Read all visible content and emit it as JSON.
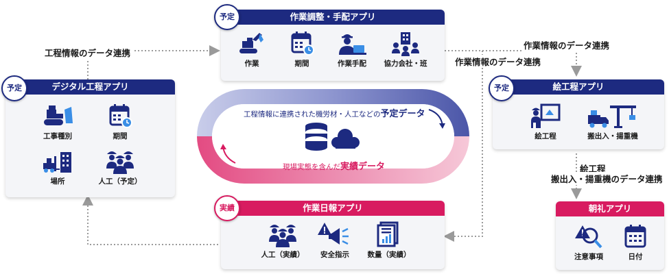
{
  "colors": {
    "blue": "#1d2a80",
    "pink": "#d81b60",
    "icon": "#1d2a80",
    "accent": "#3a8ee6"
  },
  "cards": {
    "sagyou_chousei": {
      "badge": "予定",
      "title": "作業調整・手配アプリ",
      "items": [
        {
          "icon": "excavator-icon",
          "label": "作業"
        },
        {
          "icon": "calendar-clock-icon",
          "label": "期間"
        },
        {
          "icon": "worker-laptop-icon",
          "label": "作業手配"
        },
        {
          "icon": "company-team-icon",
          "label": "協力会社・班"
        }
      ]
    },
    "digital_koutei": {
      "badge": "予定",
      "title": "デジタル工程アプリ",
      "items": [
        {
          "icon": "bulldozer-icon",
          "label": "工事種別"
        },
        {
          "icon": "calendar-clock-icon",
          "label": "期間"
        },
        {
          "icon": "forklift-building-icon",
          "label": "場所"
        },
        {
          "icon": "workers-icon",
          "label": "人工（予定）"
        }
      ]
    },
    "e_koutei": {
      "badge": "予定",
      "title": "絵工程アプリ",
      "items": [
        {
          "icon": "worker-board-icon",
          "label": "絵工程"
        },
        {
          "icon": "truck-crane-icon",
          "label": "搬出入・揚重機"
        }
      ]
    },
    "sagyou_nippou": {
      "badge": "実績",
      "title": "作業日報アプリ",
      "items": [
        {
          "icon": "workers-icon",
          "label": "人工（実績）"
        },
        {
          "icon": "warning-megaphone-icon",
          "label": "安全指示"
        },
        {
          "icon": "document-chart-icon",
          "label": "数量（実績）"
        }
      ]
    },
    "chourei": {
      "title": "朝礼アプリ",
      "items": [
        {
          "icon": "warning-search-icon",
          "label": "注意事項"
        },
        {
          "icon": "calendar-icon",
          "label": "日付"
        }
      ]
    }
  },
  "flows": {
    "left_top": "工程情報のデータ連携",
    "right_top": "作業情報のデータ連携",
    "right_mid": "作業情報のデータ連携",
    "right_lower_1": "絵工程",
    "right_lower_2": "搬出入・揚重機のデータ連携"
  },
  "loop": {
    "top_text": "工程情報に連携された機労材・人工などの",
    "top_emph": "予定データ",
    "bottom_text": "現場実態を含んだ",
    "bottom_emph": "実績データ"
  }
}
